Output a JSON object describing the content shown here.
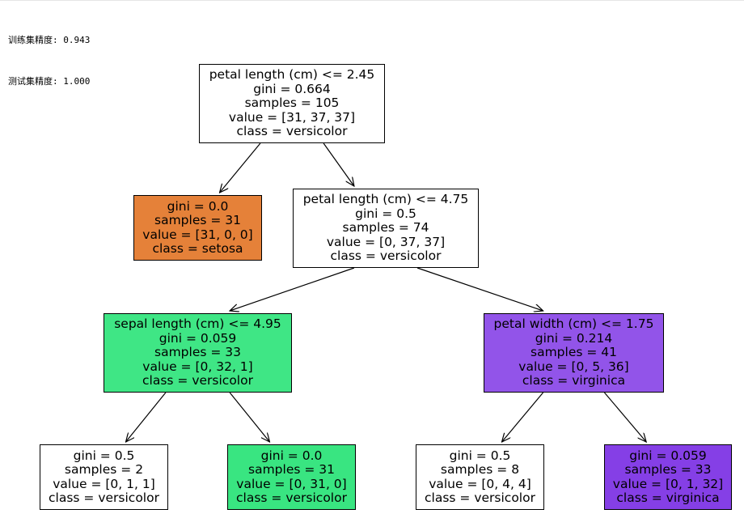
{
  "console": {
    "train_accuracy": "训练集精度: 0.943",
    "test_accuracy": "测试集精度: 1.000"
  },
  "tree": {
    "nodes": [
      {
        "id": "root",
        "lines": [
          "petal length (cm) <= 2.45",
          "gini = 0.664",
          "samples = 105",
          "value = [31, 37, 37]",
          "class = versicolor"
        ],
        "fill": "#ffffff"
      },
      {
        "id": "setosa-leaf",
        "lines": [
          "gini = 0.0",
          "samples = 31",
          "value = [31, 0, 0]",
          "class = setosa"
        ],
        "fill": "#e58139"
      },
      {
        "id": "split-petal-length-475",
        "lines": [
          "petal length (cm) <= 4.75",
          "gini = 0.5",
          "samples = 74",
          "value = [0, 37, 37]",
          "class = versicolor"
        ],
        "fill": "#ffffff"
      },
      {
        "id": "split-sepal-length-495",
        "lines": [
          "sepal length (cm) <= 4.95",
          "gini = 0.059",
          "samples = 33",
          "value = [0, 32, 1]",
          "class = versicolor"
        ],
        "fill": "#3fe685"
      },
      {
        "id": "split-petal-width-175",
        "lines": [
          "petal width (cm) <= 1.75",
          "gini = 0.214",
          "samples = 41",
          "value = [0, 5, 36]",
          "class = virginica"
        ],
        "fill": "#9254e9"
      },
      {
        "id": "leaf-versicolor-2",
        "lines": [
          "gini = 0.5",
          "samples = 2",
          "value = [0, 1, 1]",
          "class = versicolor"
        ],
        "fill": "#ffffff"
      },
      {
        "id": "leaf-versicolor-31",
        "lines": [
          "gini = 0.0",
          "samples = 31",
          "value = [0, 31, 0]",
          "class = versicolor"
        ],
        "fill": "#39e581"
      },
      {
        "id": "leaf-versicolor-8",
        "lines": [
          "gini = 0.5",
          "samples = 8",
          "value = [0, 4, 4]",
          "class = versicolor"
        ],
        "fill": "#ffffff"
      },
      {
        "id": "leaf-virginica-33",
        "lines": [
          "gini = 0.059",
          "samples = 33",
          "value = [0, 1, 32]",
          "class = virginica"
        ],
        "fill": "#853fe6"
      }
    ],
    "edges": [
      [
        "root",
        "setosa-leaf"
      ],
      [
        "root",
        "split-petal-length-475"
      ],
      [
        "split-petal-length-475",
        "split-sepal-length-495"
      ],
      [
        "split-petal-length-475",
        "split-petal-width-175"
      ],
      [
        "split-sepal-length-495",
        "leaf-versicolor-2"
      ],
      [
        "split-sepal-length-495",
        "leaf-versicolor-31"
      ],
      [
        "split-petal-width-175",
        "leaf-versicolor-8"
      ],
      [
        "split-petal-width-175",
        "leaf-virginica-33"
      ]
    ]
  }
}
